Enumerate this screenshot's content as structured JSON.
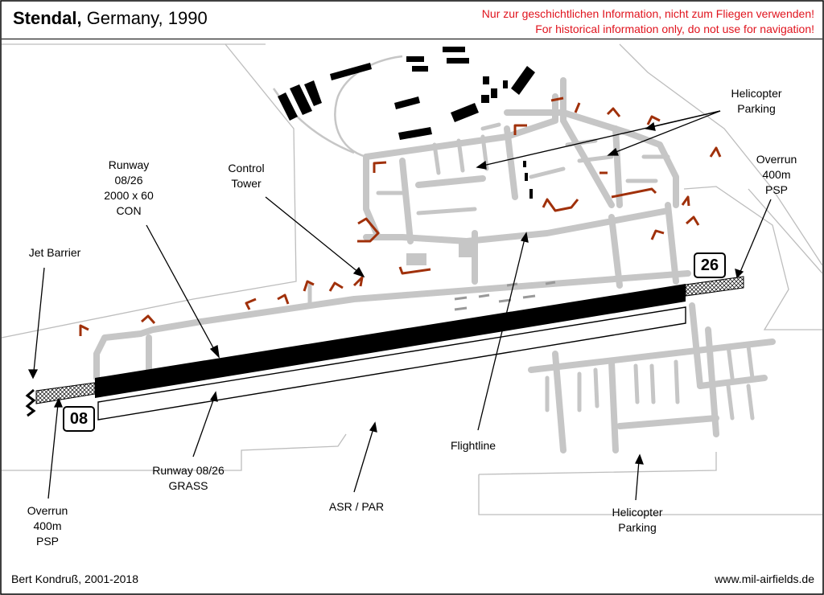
{
  "header": {
    "title_bold": "Stendal,",
    "title_rest": " Germany, 1990",
    "warning_de": "Nur zur geschichtlichen Information, nicht zum Fliegen verwenden!",
    "warning_en": "For historical information only, do not use for navigation!"
  },
  "labels": {
    "runway_con": [
      "Runway",
      "08/26",
      "2000 x 60",
      "CON"
    ],
    "control_tower": [
      "Control",
      "Tower"
    ],
    "heli_parking_top": [
      "Helicopter",
      "Parking"
    ],
    "overrun_east": [
      "Overrun",
      "400m",
      "PSP"
    ],
    "jet_barrier": "Jet Barrier",
    "flightline": "Flightline",
    "runway_grass": [
      "Runway 08/26",
      "GRASS"
    ],
    "asr_par": "ASR / PAR",
    "overrun_west": [
      "Overrun",
      "400m",
      "PSP"
    ],
    "heli_parking_bottom": [
      "Helicopter",
      "Parking"
    ]
  },
  "runway_ids": {
    "west": "08",
    "east": "26"
  },
  "footer": {
    "author": "Bert Kondruß, 2001-2018",
    "website": "www.mil-airfields.de"
  },
  "colors": {
    "taxiway": "#c8c8c8",
    "runway": "#000000",
    "shelter": "#a0300a",
    "boundary": "#c0c0c0",
    "warning": "#e0141e"
  }
}
